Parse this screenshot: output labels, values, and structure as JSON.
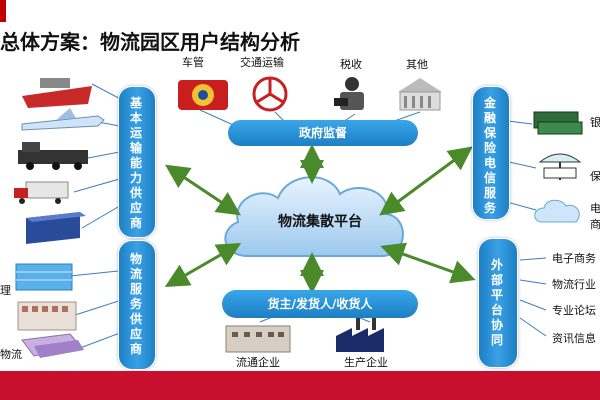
{
  "title": "总体方案：物流园区用户结构分析",
  "center": "物流集散平台",
  "top_pill": "政府监督",
  "bottom_pill": "货主/发货人/收货人",
  "left_top_pill": "基本运输能力供应商",
  "left_bottom_pill": "物流服务供应商",
  "right_top_pill": "金融保险电信服务",
  "right_bottom_pill": "外部平台协同",
  "top_labels": [
    "车管",
    "交通运输",
    "税收",
    "其他"
  ],
  "bottom_labels": [
    "流通企业",
    "生产企业"
  ],
  "left_partial_labels": [
    "理",
    "物流"
  ],
  "right_list": [
    "电子商务",
    "物流行业",
    "专业论坛",
    "资讯信息"
  ],
  "right_partial_labels": [
    "银",
    "保",
    "电",
    "商"
  ],
  "colors": {
    "accent": "#c8102e",
    "pill": "#1d7fc4",
    "arrow": "#4a8a2a"
  }
}
